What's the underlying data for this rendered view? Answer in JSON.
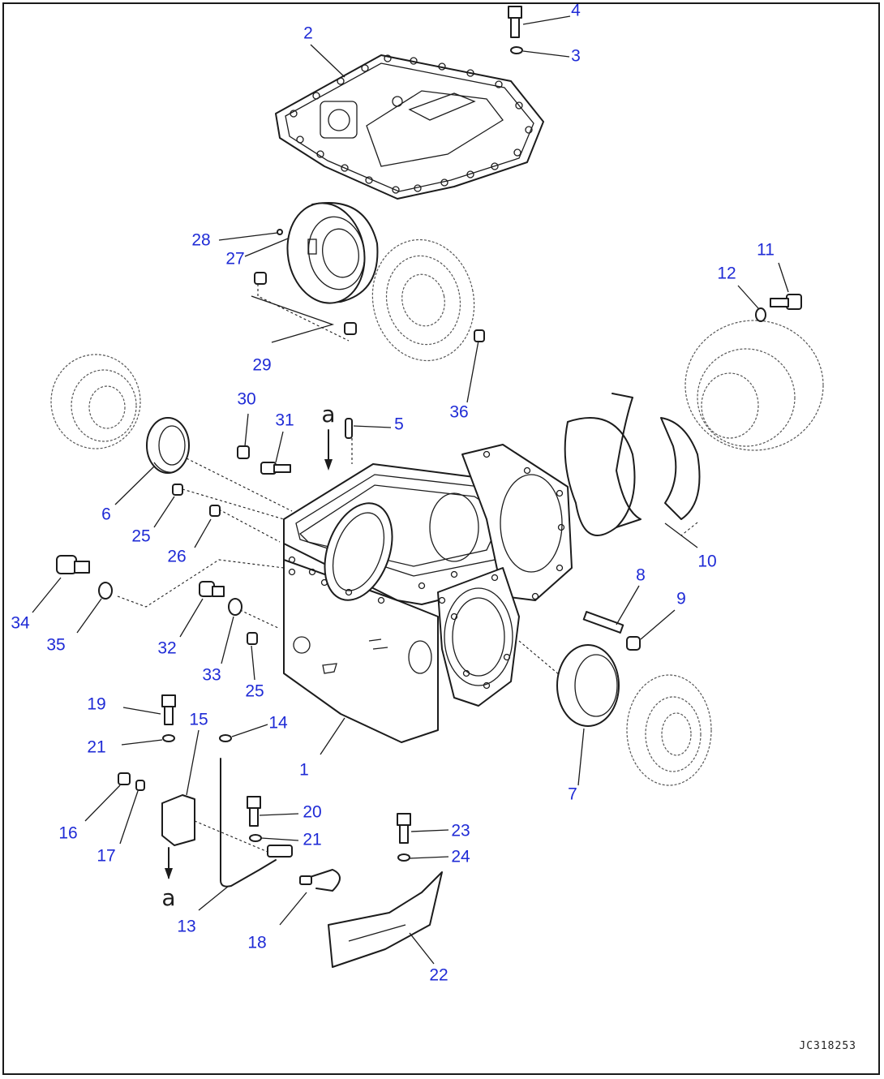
{
  "callouts": [
    {
      "id": "1",
      "label": "1"
    },
    {
      "id": "2",
      "label": "2"
    },
    {
      "id": "3",
      "label": "3"
    },
    {
      "id": "4",
      "label": "4"
    },
    {
      "id": "5",
      "label": "5"
    },
    {
      "id": "6",
      "label": "6"
    },
    {
      "id": "7",
      "label": "7"
    },
    {
      "id": "8",
      "label": "8"
    },
    {
      "id": "9",
      "label": "9"
    },
    {
      "id": "10",
      "label": "10"
    },
    {
      "id": "11",
      "label": "11"
    },
    {
      "id": "12",
      "label": "12"
    },
    {
      "id": "13",
      "label": "13"
    },
    {
      "id": "14",
      "label": "14"
    },
    {
      "id": "15",
      "label": "15"
    },
    {
      "id": "16",
      "label": "16"
    },
    {
      "id": "17",
      "label": "17"
    },
    {
      "id": "18",
      "label": "18"
    },
    {
      "id": "19",
      "label": "19"
    },
    {
      "id": "20",
      "label": "20"
    },
    {
      "id": "21a",
      "label": "21"
    },
    {
      "id": "21b",
      "label": "21"
    },
    {
      "id": "22",
      "label": "22"
    },
    {
      "id": "23",
      "label": "23"
    },
    {
      "id": "24",
      "label": "24"
    },
    {
      "id": "25a",
      "label": "25"
    },
    {
      "id": "25b",
      "label": "25"
    },
    {
      "id": "26",
      "label": "26"
    },
    {
      "id": "27",
      "label": "27"
    },
    {
      "id": "28",
      "label": "28"
    },
    {
      "id": "29",
      "label": "29"
    },
    {
      "id": "30",
      "label": "30"
    },
    {
      "id": "31",
      "label": "31"
    },
    {
      "id": "32",
      "label": "32"
    },
    {
      "id": "33",
      "label": "33"
    },
    {
      "id": "34",
      "label": "34"
    },
    {
      "id": "35",
      "label": "35"
    },
    {
      "id": "36",
      "label": "36"
    }
  ],
  "markers": {
    "top": "a",
    "bottom": "a"
  },
  "drawing_id": "JC318253",
  "colors": {
    "callout": "#1f2bd6",
    "line": "#1c1c1c",
    "background": "#ffffff"
  }
}
